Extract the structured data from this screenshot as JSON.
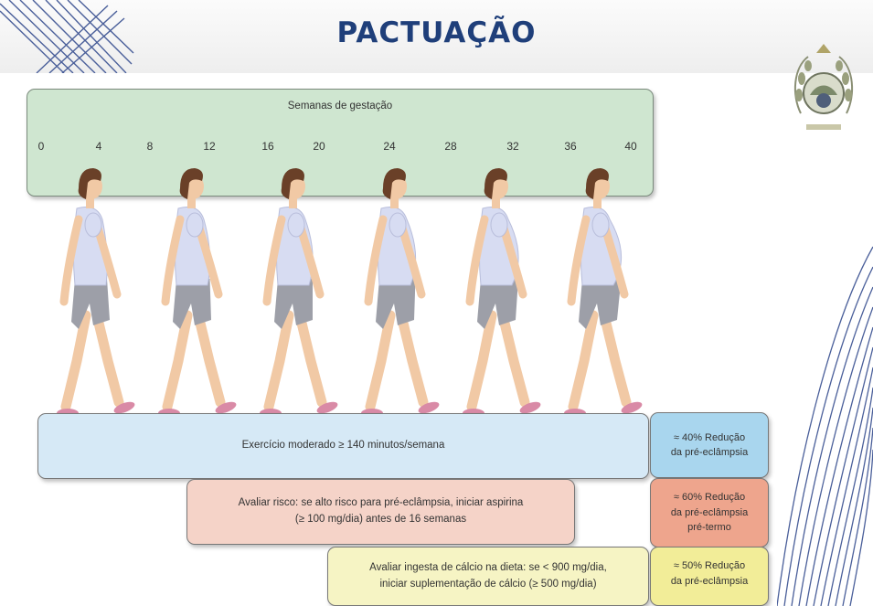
{
  "page": {
    "title": "PACTUAÇÃO"
  },
  "timeline": {
    "title": "Semanas de gestação",
    "ticks": [
      "0",
      "4",
      "8",
      "12",
      "16",
      "20",
      "24",
      "28",
      "32",
      "36",
      "40"
    ]
  },
  "figures": {
    "count": 6
  },
  "interventions": [
    {
      "line1": "Exercício moderado ≥ 140 minutos/semana",
      "line2": ""
    },
    {
      "line1": "Avaliar risco: se alto risco para pré-eclâmpsia, iniciar aspirina",
      "line2": "(≥ 100 mg/dia) antes de 16 semanas"
    },
    {
      "line1": "Avaliar ingesta de cálcio na dieta: se < 900 mg/dia,",
      "line2": "iniciar suplementação de cálcio (≥ 500 mg/dia)"
    }
  ],
  "effects": [
    {
      "line1": "≈ 40% Redução",
      "line2": "da pré-eclâmpsia",
      "line3": ""
    },
    {
      "line1": "≈ 60% Redução",
      "line2": "da pré-eclâmpsia",
      "line3": "pré-termo"
    },
    {
      "line1": "≈ 50% Redução",
      "line2": "da pré-eclâmpsia",
      "line3": ""
    }
  ],
  "colors": {
    "title": "#1f3f7a",
    "timeline_box": "#cfe6d0",
    "exercise_box": "#d6e9f6",
    "aspirin_box": "#f5d3c8",
    "calcium_box": "#f6f4c4",
    "effect_40": "#a9d6ee",
    "effect_60": "#eea58d",
    "effect_50": "#f2ed98"
  }
}
